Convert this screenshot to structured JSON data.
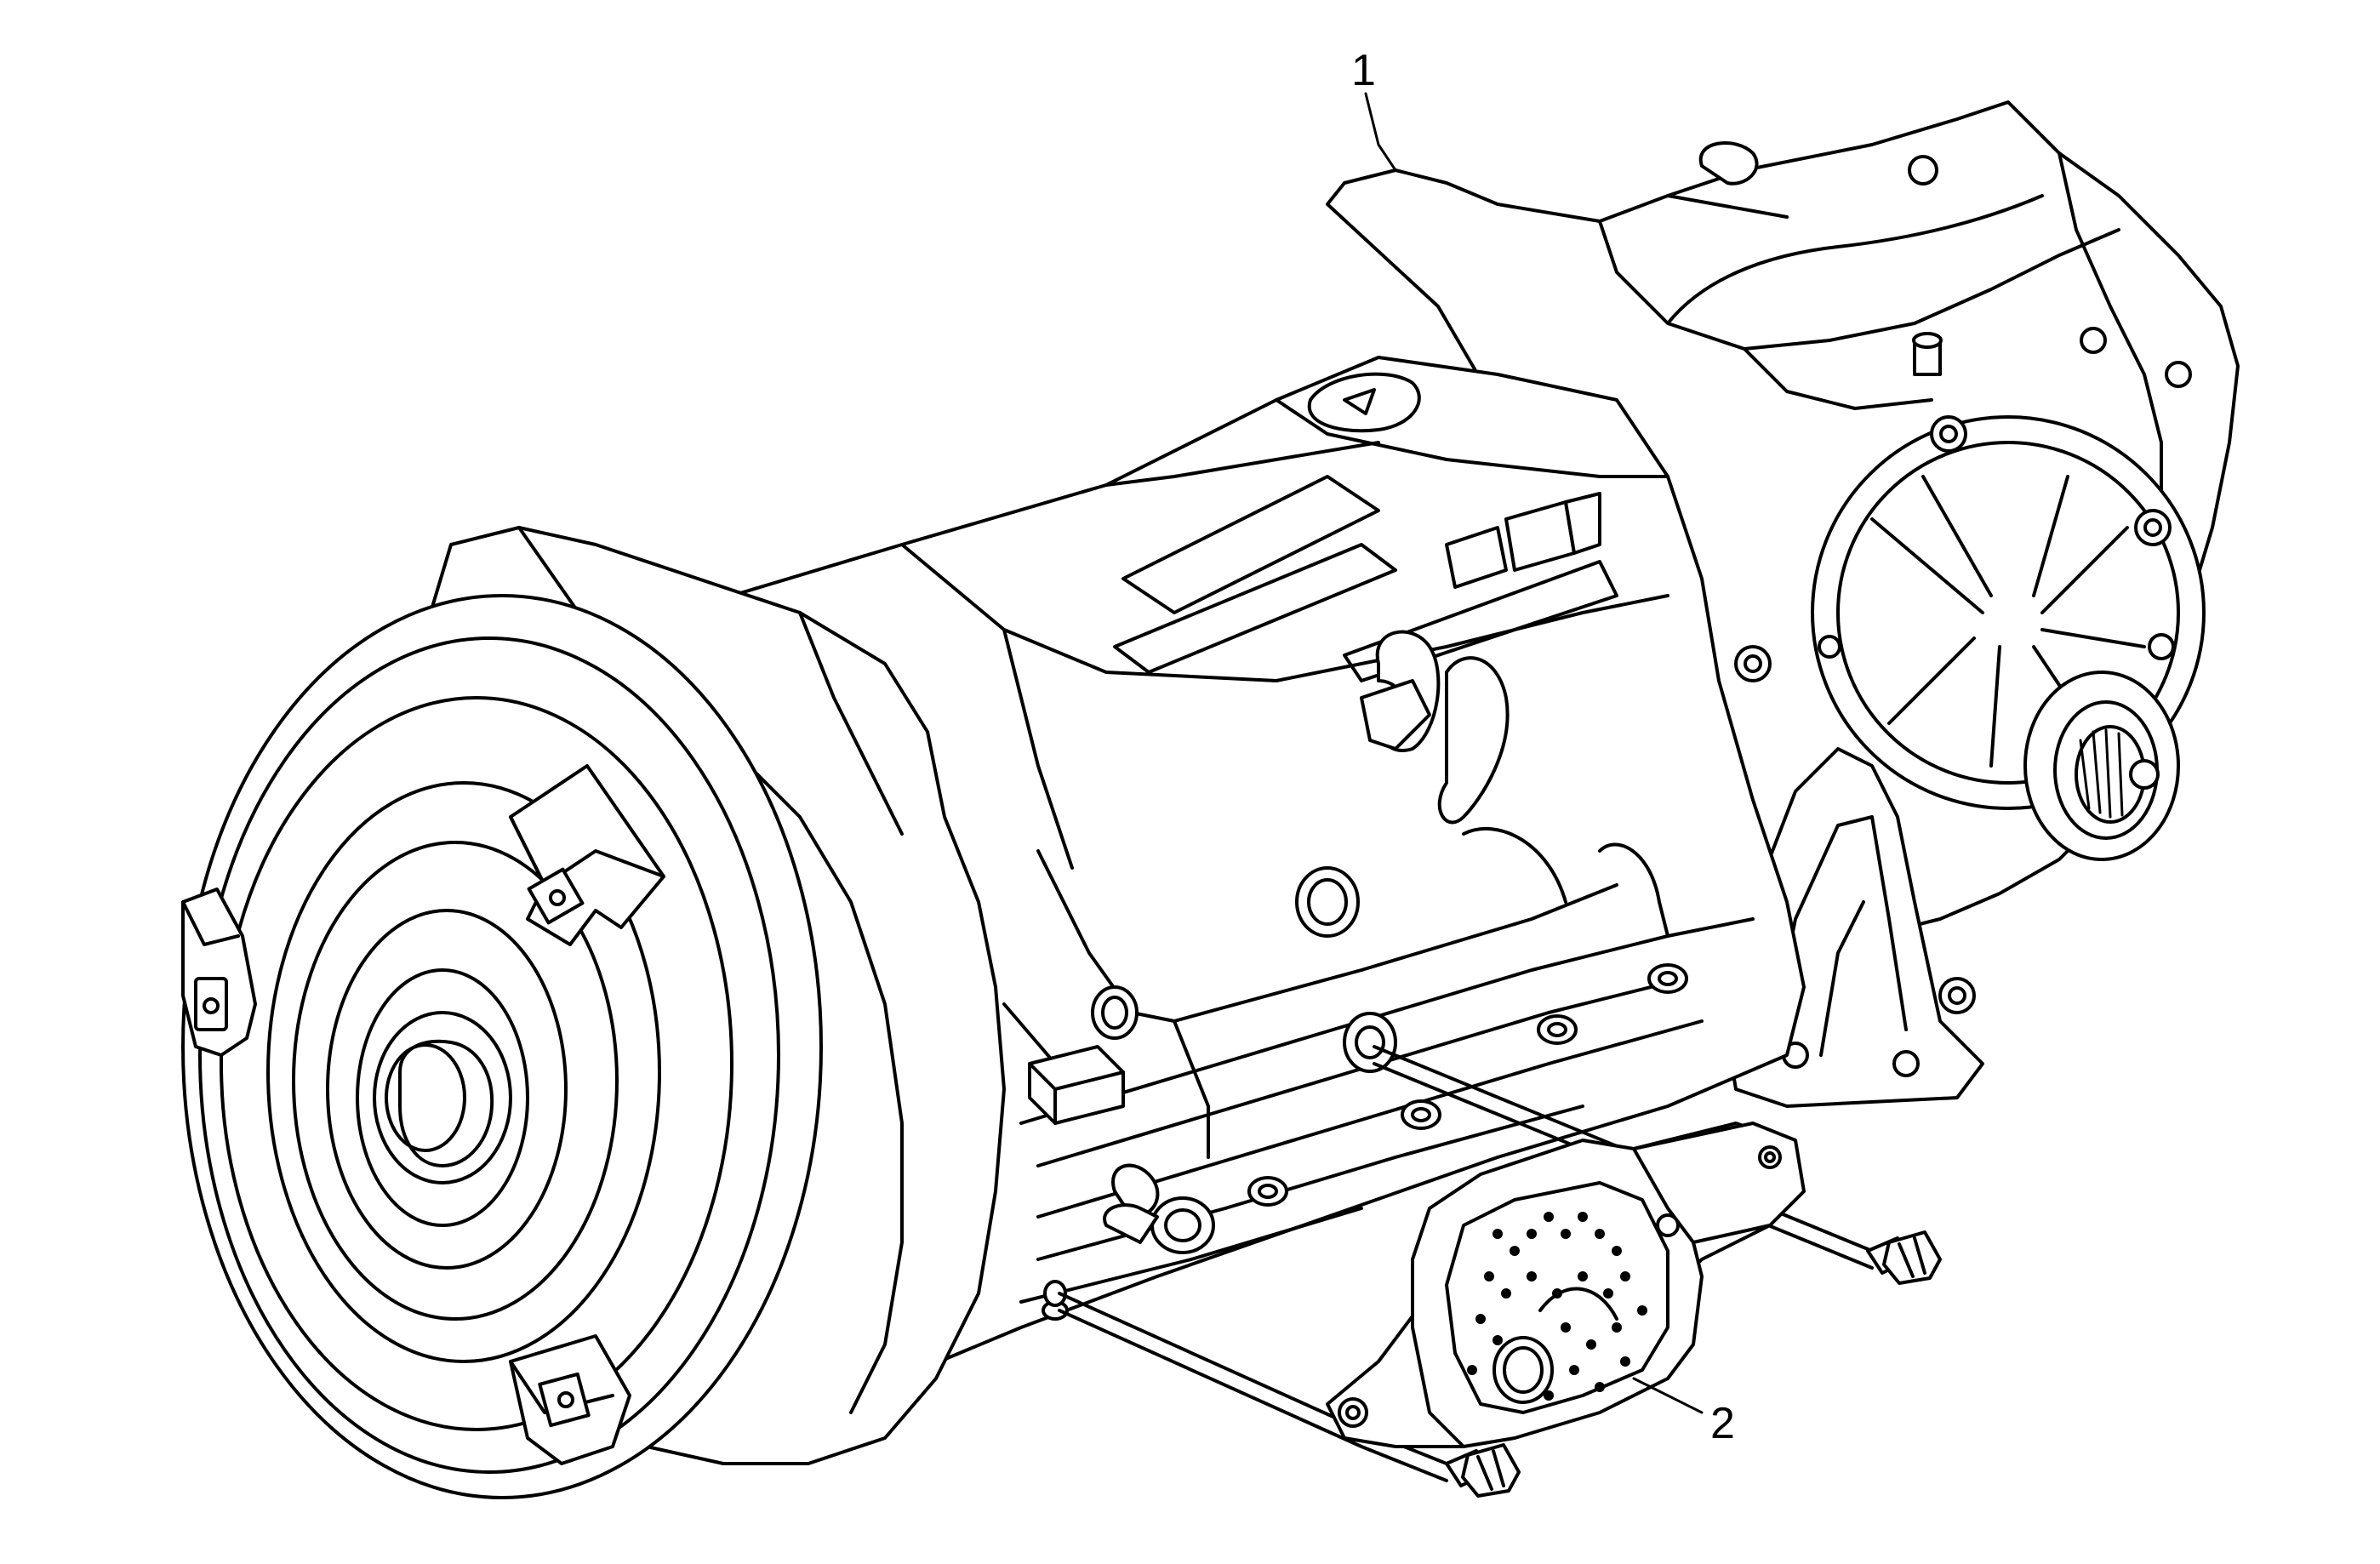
{
  "figure": {
    "background": "#ffffff",
    "line_color": "#000000",
    "callouts": [
      {
        "id": "callout-1",
        "label": "1"
      },
      {
        "id": "callout-2",
        "label": "2"
      }
    ]
  }
}
